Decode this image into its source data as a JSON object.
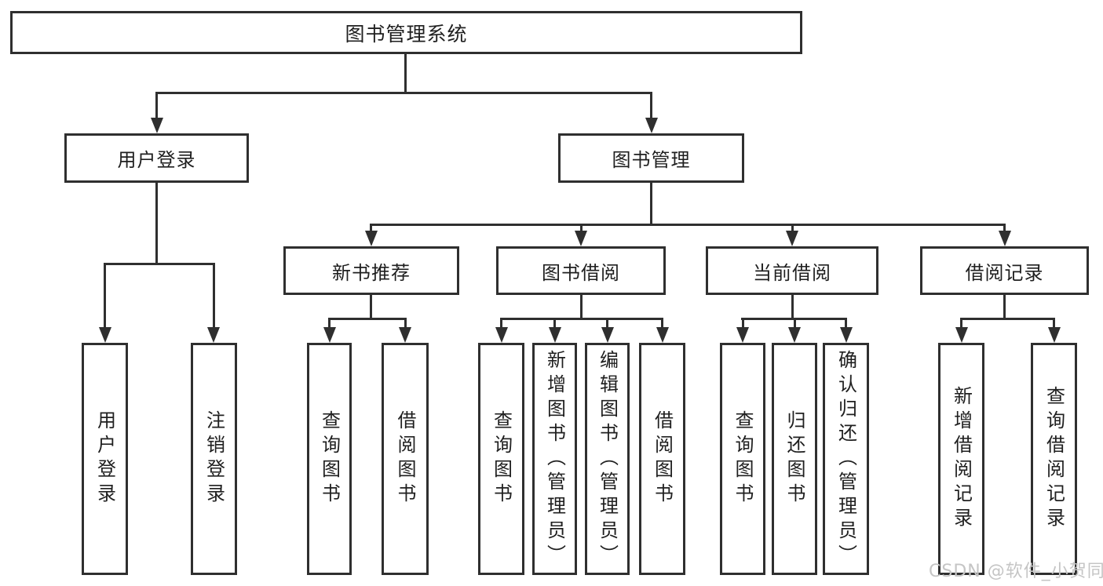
{
  "tree": {
    "root": {
      "label": "图书管理系统"
    },
    "branches": [
      {
        "label": "用户登录",
        "children": [
          {
            "label": "用户登录"
          },
          {
            "label": "注销登录"
          }
        ]
      },
      {
        "label": "图书管理",
        "children": [
          {
            "label": "新书推荐",
            "children": [
              {
                "label": "查询图书"
              },
              {
                "label": "借阅图书"
              }
            ]
          },
          {
            "label": "图书借阅",
            "children": [
              {
                "label": "查询图书"
              },
              {
                "label": "新增图书（管理员）"
              },
              {
                "label": "编辑图书（管理员）"
              },
              {
                "label": "借阅图书"
              }
            ]
          },
          {
            "label": "当前借阅",
            "children": [
              {
                "label": "查询图书"
              },
              {
                "label": "归还图书"
              },
              {
                "label": "确认归还（管理员）"
              }
            ]
          },
          {
            "label": "借阅记录",
            "children": [
              {
                "label": "新增借阅记录"
              },
              {
                "label": "查询借阅记录"
              }
            ]
          }
        ]
      }
    ]
  },
  "watermark": "CSDN @软件_小贺同学",
  "colors": {
    "line": "#2f2f2f",
    "text": "#1f1f1f",
    "watermark": "#c5c5c5",
    "background": "#ffffff"
  }
}
